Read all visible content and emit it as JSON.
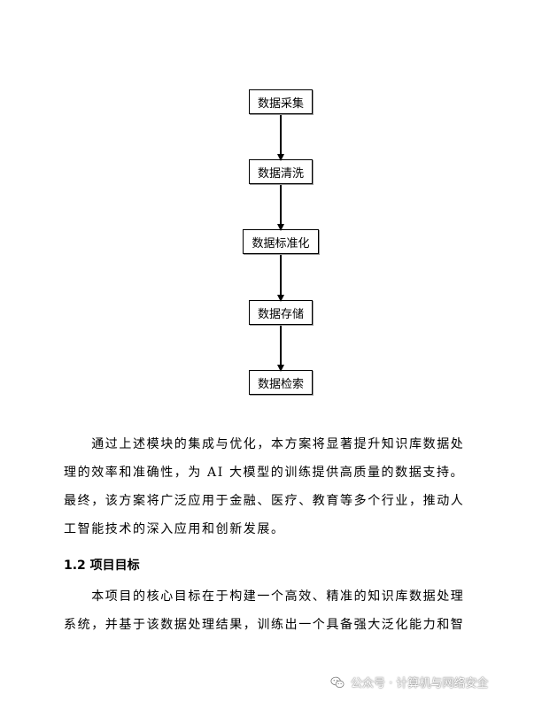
{
  "flowchart": {
    "steps": [
      {
        "label": "数据采集"
      },
      {
        "label": "数据清洗"
      },
      {
        "label": "数据标准化"
      },
      {
        "label": "数据存储"
      },
      {
        "label": "数据检索"
      }
    ]
  },
  "body": {
    "para1": {
      "lines": [
        "　　通过上述模块的集成与优化，本方案将显著提升知识库数据处",
        "理的效率和准确性，为 AI 大模型的训练提供高质量的数据支持。",
        "最终，该方案将广泛应用于金融、医疗、教育等多个行业，推动人",
        "工智能技术的深入应用和创新发展。"
      ]
    },
    "heading": "1.2  项目目标",
    "para2": {
      "lines": [
        "　　本项目的核心目标在于构建一个高效、精准的知识库数据处理",
        "系统，并基于该数据处理结果，训练出一个具备强大泛化能力和智"
      ]
    }
  },
  "watermark": {
    "text": "公众号 · 计算机与网络安全",
    "icon": "wechat-icon"
  }
}
